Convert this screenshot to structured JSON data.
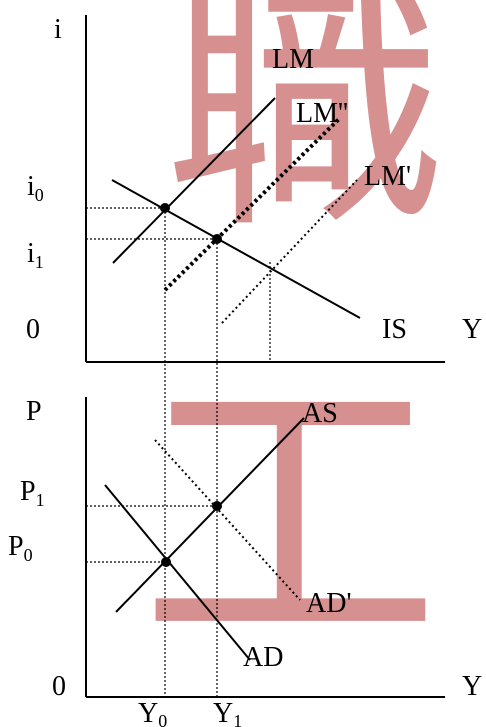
{
  "watermark": {
    "top_char": "職",
    "bottom_char": "工",
    "color": "#d69090"
  },
  "is_lm": {
    "y_axis_label": "i",
    "x_axis_label": "Y",
    "origin_label": "0",
    "i0_main": "i",
    "i0_sub": "0",
    "i1_main": "i",
    "i1_sub": "1",
    "lm_label": "LM",
    "lm2_label": "LM''",
    "lm1_label": "LM'",
    "is_label": "IS"
  },
  "ad_as": {
    "y_axis_label": "P",
    "x_axis_label": "Y",
    "origin_label": "0",
    "p1_main": "P",
    "p1_sub": "1",
    "p0_main": "P",
    "p0_sub": "0",
    "as_label": "AS",
    "ad1_label": "AD'",
    "ad_label": "AD",
    "y0_main": "Y",
    "y0_sub": "0",
    "y1_main": "Y",
    "y1_sub": "1"
  }
}
